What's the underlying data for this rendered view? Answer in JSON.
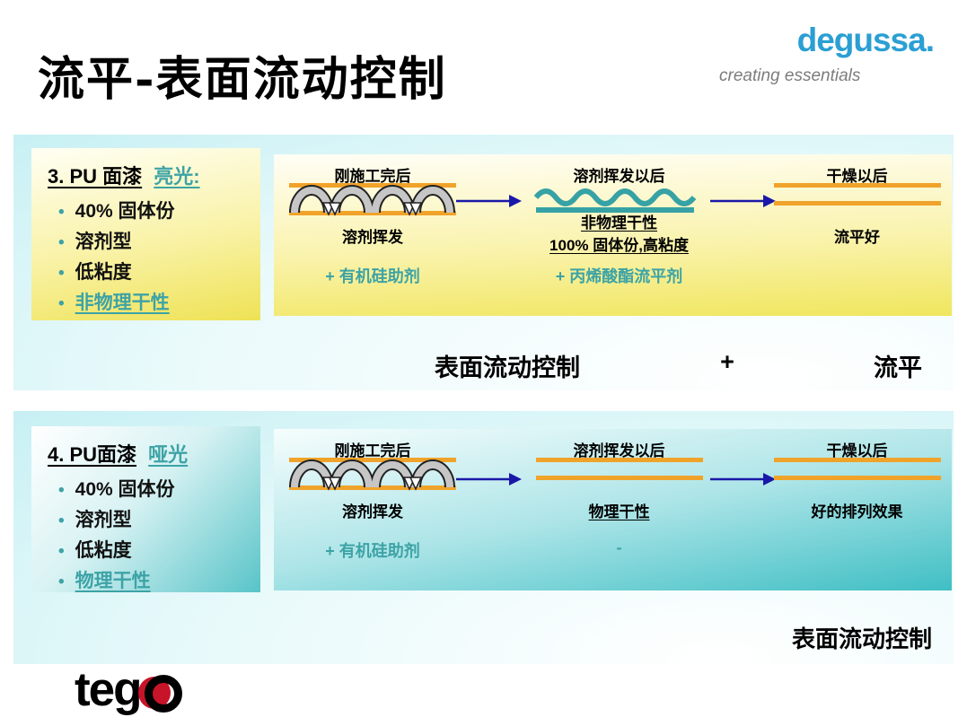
{
  "slide_title": "流平-表面流动控制",
  "brand": {
    "logo": "degussa.",
    "tagline": "creating essentials"
  },
  "panel1": {
    "info": {
      "heading_main": "3. PU 面漆",
      "heading_accent": "亮光:",
      "bullets": [
        "40% 固体份",
        "溶剂型",
        "低粘度",
        "非物理干性"
      ]
    },
    "stage1": {
      "title": "刚施工完后",
      "caption": "溶剂挥发",
      "additive": "+ 有机硅助剂"
    },
    "stage2": {
      "title": "溶剂挥发以后",
      "caption1": "非物理干性",
      "caption2": "100% 固体份,高粘度",
      "additive": "+ 丙烯酸酯流平剂"
    },
    "stage3": {
      "title": "干燥以后",
      "caption": "流平好"
    },
    "summary": {
      "left": "表面流动控制",
      "op": "+",
      "right": "流平"
    }
  },
  "panel2": {
    "info": {
      "heading_main": "4. PU面漆",
      "heading_accent": "哑光",
      "bullets": [
        "40% 固体份",
        "溶剂型",
        "低粘度",
        "物理干性"
      ]
    },
    "stage1": {
      "title": "刚施工完后",
      "caption": "溶剂挥发",
      "additive": "+ 有机硅助剂"
    },
    "stage2": {
      "title": "溶剂挥发以后",
      "caption": "物理干性",
      "additive": "-"
    },
    "stage3": {
      "title": "干燥以后",
      "caption": "好的排列效果"
    },
    "summary": "表面流动控制"
  },
  "footer": {
    "logo_text": "tego",
    "logo_prefix": "teg"
  },
  "colors": {
    "accent_teal": "#3da3a6",
    "coating_orange": "#f0a32a",
    "arrow_blue": "#1a18a8",
    "degussa_blue": "#2b9fd3",
    "tego_red": "#c81428"
  }
}
